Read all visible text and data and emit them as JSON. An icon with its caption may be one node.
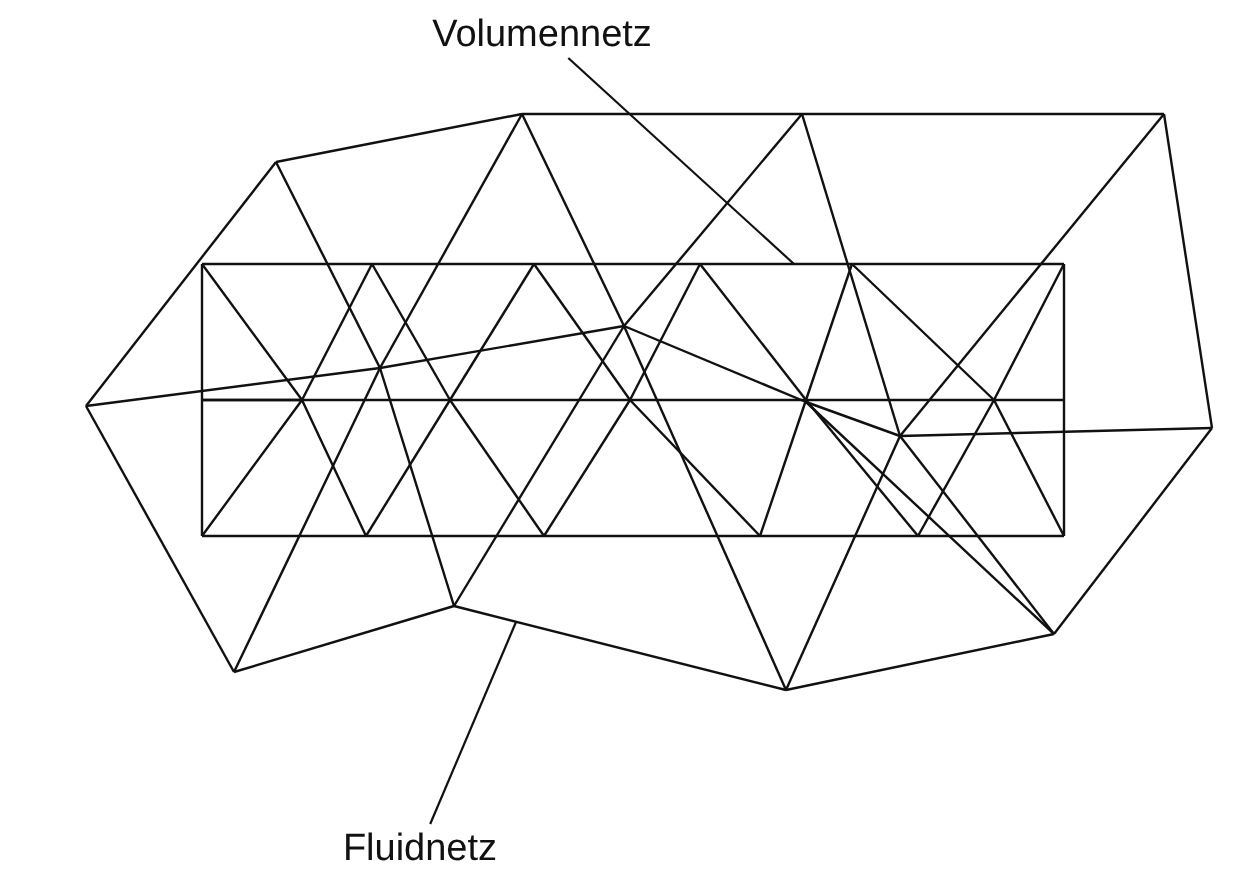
{
  "diagram": {
    "nodes": [
      {
        "text": [
          "Volumennetz"
        ]
      },
      {
        "text": [
          "Fluidnetz"
        ]
      }
    ],
    "edges": [
      {
        "from": 0,
        "to": null,
        "arrow": "none"
      },
      {
        "from": 1,
        "to": null,
        "arrow": "none"
      }
    ]
  }
}
